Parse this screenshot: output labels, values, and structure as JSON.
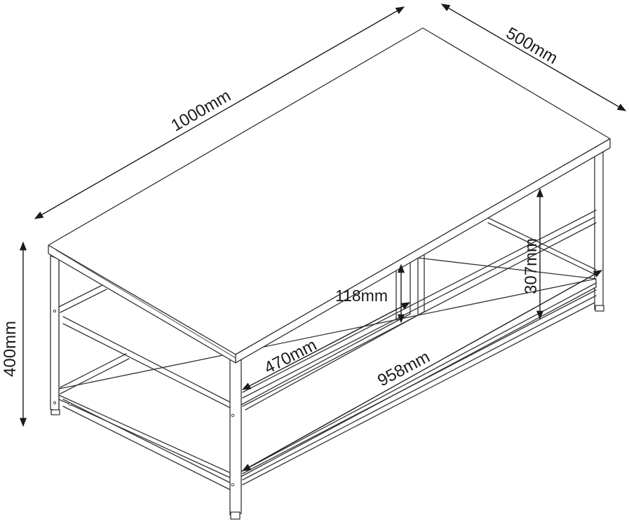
{
  "dimensions": {
    "length": "1000mm",
    "depth": "500mm",
    "height": "400mm",
    "inner_height": "307mm",
    "drawer_height": "118mm",
    "drawer_depth": "470mm",
    "inner_length": "958mm"
  },
  "colors": {
    "line": "#333333",
    "background": "#ffffff",
    "text": "#1a1a1a"
  }
}
